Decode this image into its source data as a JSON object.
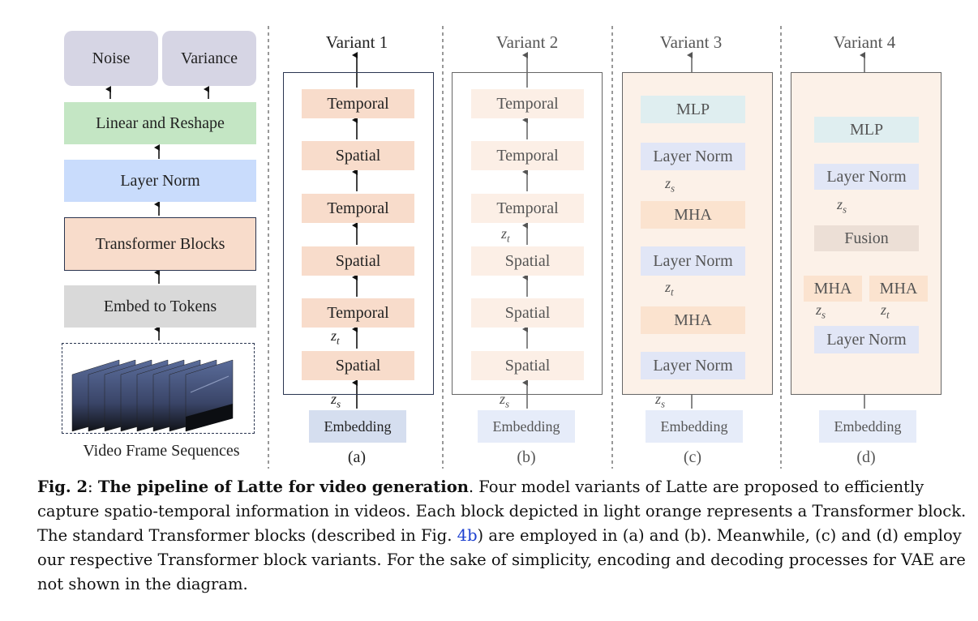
{
  "pipeline": {
    "noise": "Noise",
    "variance": "Variance",
    "linear_reshape": "Linear and Reshape",
    "layer_norm": "Layer Norm",
    "transformer_blocks": "Transformer Blocks",
    "embed_tokens": "Embed to Tokens",
    "video_label": "Video Frame Sequences"
  },
  "variants": [
    {
      "title": "Variant 1",
      "panel": "(a)",
      "blocks": [
        "Temporal",
        "Spatial",
        "Temporal",
        "Spatial",
        "Temporal",
        "Spatial"
      ],
      "zt": "z",
      "zt_sub": "t",
      "zs": "z",
      "zs_sub": "s",
      "embedding": "Embedding"
    },
    {
      "title": "Variant 2",
      "panel": "(b)",
      "blocks": [
        "Temporal",
        "Temporal",
        "Temporal",
        "Spatial",
        "Spatial",
        "Spatial"
      ],
      "zt": "z",
      "zt_sub": "t",
      "zs": "z",
      "zs_sub": "s",
      "embedding": "Embedding"
    },
    {
      "title": "Variant 3",
      "panel": "(c)",
      "blocks": [
        "MLP",
        "Layer Norm",
        "MHA",
        "Layer Norm",
        "MHA",
        "Layer Norm"
      ],
      "zs_mid": "z",
      "zs_mid_sub": "s",
      "zt": "z",
      "zt_sub": "t",
      "zs": "z",
      "zs_sub": "s",
      "embedding": "Embedding"
    },
    {
      "title": "Variant 4",
      "panel": "(d)",
      "blocks": [
        "MLP",
        "Layer Norm",
        "Fusion",
        "MHA",
        "MHA",
        "Layer Norm"
      ],
      "zs": "z",
      "zs_sub": "s",
      "zs2": "z",
      "zs2_sub": "s",
      "zt": "z",
      "zt_sub": "t",
      "embedding": "Embedding"
    }
  ],
  "caption": {
    "fig": "Fig. 2",
    "colon": ": ",
    "title": "The pipeline of Latte for video generation",
    "text1": ". Four model variants of Latte are proposed to efficiently capture spatio-temporal information in videos. Each block depicted in light orange represents a Transformer block. The standard Transformer blocks (described in Fig. ",
    "ref": "4b",
    "text2": ") are employed in (a) and (b). Meanwhile, (c) and (d) employ our respective Transformer block variants. For the sake of simplicity, encoding and decoding processes for VAE are not shown in the diagram."
  },
  "colors": {
    "orange": "#f8dccb",
    "orange_light": "#fcefe6",
    "blue": "#c9dcfc",
    "blue_light": "#e6ecf9",
    "green": "#c4e6c4",
    "grey": "#d9d9d9",
    "lavender": "#d6d5e4",
    "teal": "#dfeef0",
    "peach": "#fbe3cf",
    "fusion": "#ecdfd6"
  }
}
